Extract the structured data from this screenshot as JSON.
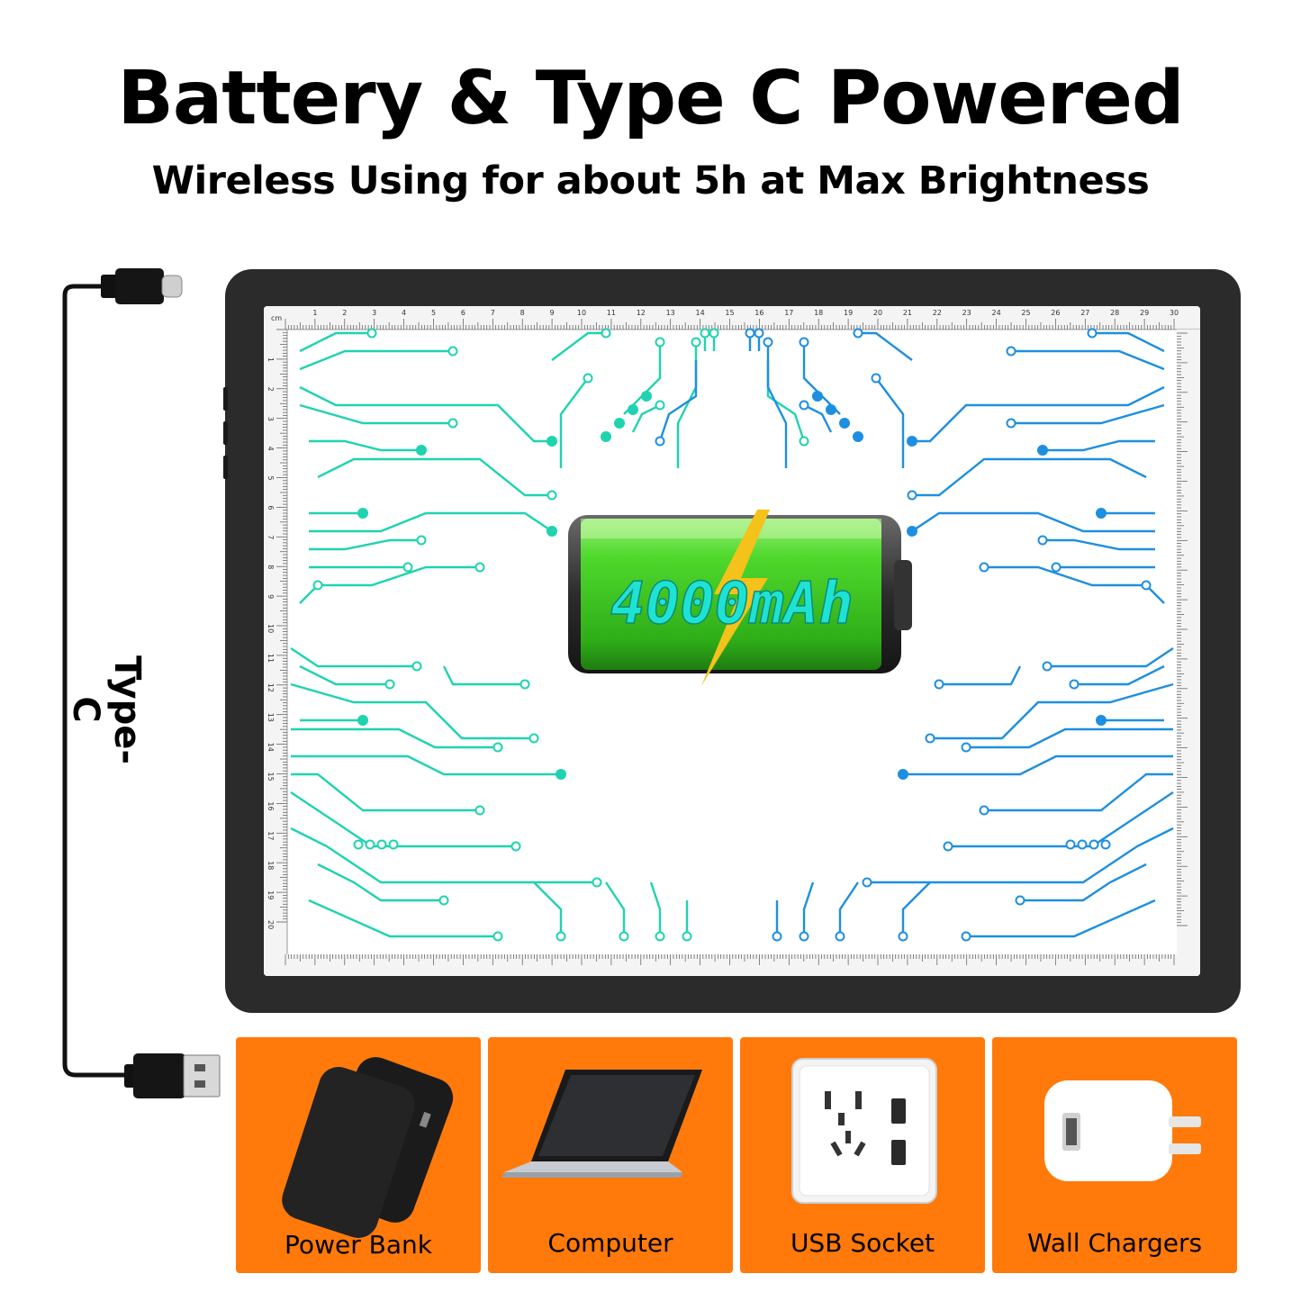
{
  "header": {
    "title": "Battery & Type C Powered",
    "subtitle": "Wireless Using for about 5h at Max Brightness"
  },
  "cable": {
    "label": "Type-C"
  },
  "light_pad": {
    "ruler_unit": "cm",
    "top_ruler_ticks": [
      "1",
      "2",
      "3",
      "4",
      "5",
      "6",
      "7",
      "8",
      "9",
      "10",
      "11",
      "12",
      "13",
      "14",
      "15",
      "16",
      "17",
      "18",
      "19",
      "20",
      "21",
      "22",
      "23",
      "24",
      "25",
      "26",
      "27",
      "28",
      "29",
      "30"
    ],
    "left_ruler_ticks": [
      "1",
      "2",
      "3",
      "4",
      "5",
      "6",
      "7",
      "8",
      "9",
      "10",
      "11",
      "12",
      "13",
      "14",
      "15",
      "16",
      "17",
      "18",
      "19",
      "20"
    ],
    "battery": {
      "capacity_label": "4000mAh",
      "fill_color": "#45d12a"
    },
    "circuit_colors": {
      "left": "#1fd3b0",
      "right": "#1e8fe0"
    }
  },
  "power_sources": [
    {
      "label": "Power Bank",
      "icon": "power-bank-icon"
    },
    {
      "label": "Computer",
      "icon": "laptop-icon"
    },
    {
      "label": "USB Socket",
      "icon": "wall-socket-icon"
    },
    {
      "label": "Wall Chargers",
      "icon": "wall-charger-icon"
    }
  ],
  "colors": {
    "tile_background": "#ff7a0a",
    "pad_frame": "#2b2b2b"
  }
}
